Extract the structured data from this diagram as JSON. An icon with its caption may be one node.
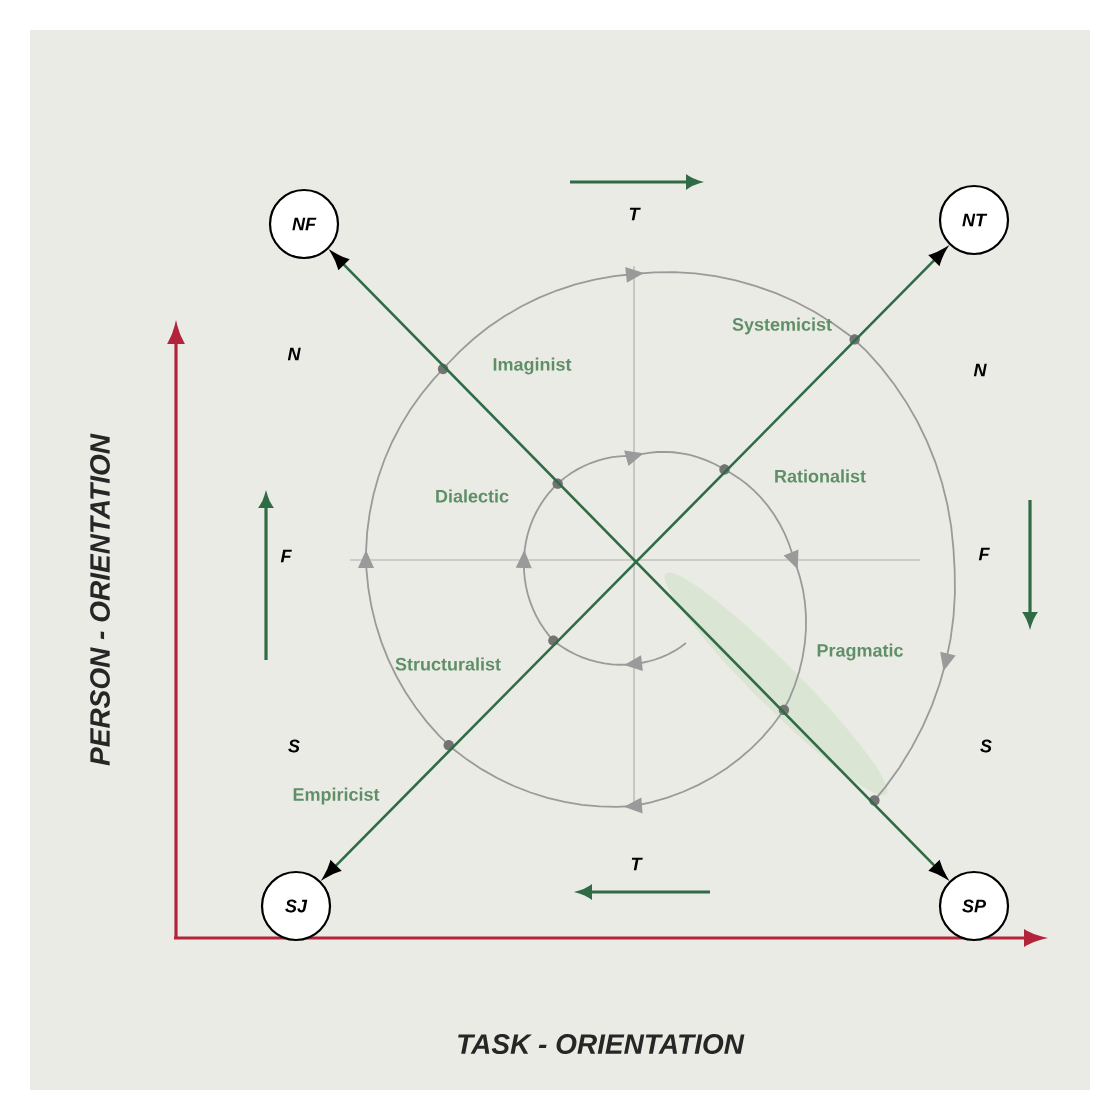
{
  "diagram": {
    "nodes": [
      {
        "text": [
          "NF"
        ]
      },
      {
        "text": [
          "NT"
        ]
      },
      {
        "text": [
          "SJ"
        ]
      },
      {
        "text": [
          "SP"
        ]
      }
    ],
    "edges": [
      {
        "from": 0,
        "to": 3,
        "arrow": "both"
      },
      {
        "from": 2,
        "to": 1,
        "arrow": "both"
      }
    ],
    "labels": [
      "T",
      "Systemicist",
      "N",
      "Imaginist",
      "N",
      "Rationalist",
      "Dialectic",
      "F",
      "F",
      "Structuralist",
      "Pragmatic",
      "S",
      "S",
      "Empiricist",
      "T",
      "PERSON - ORIENTATION",
      "TASK - ORIENTATION"
    ]
  }
}
